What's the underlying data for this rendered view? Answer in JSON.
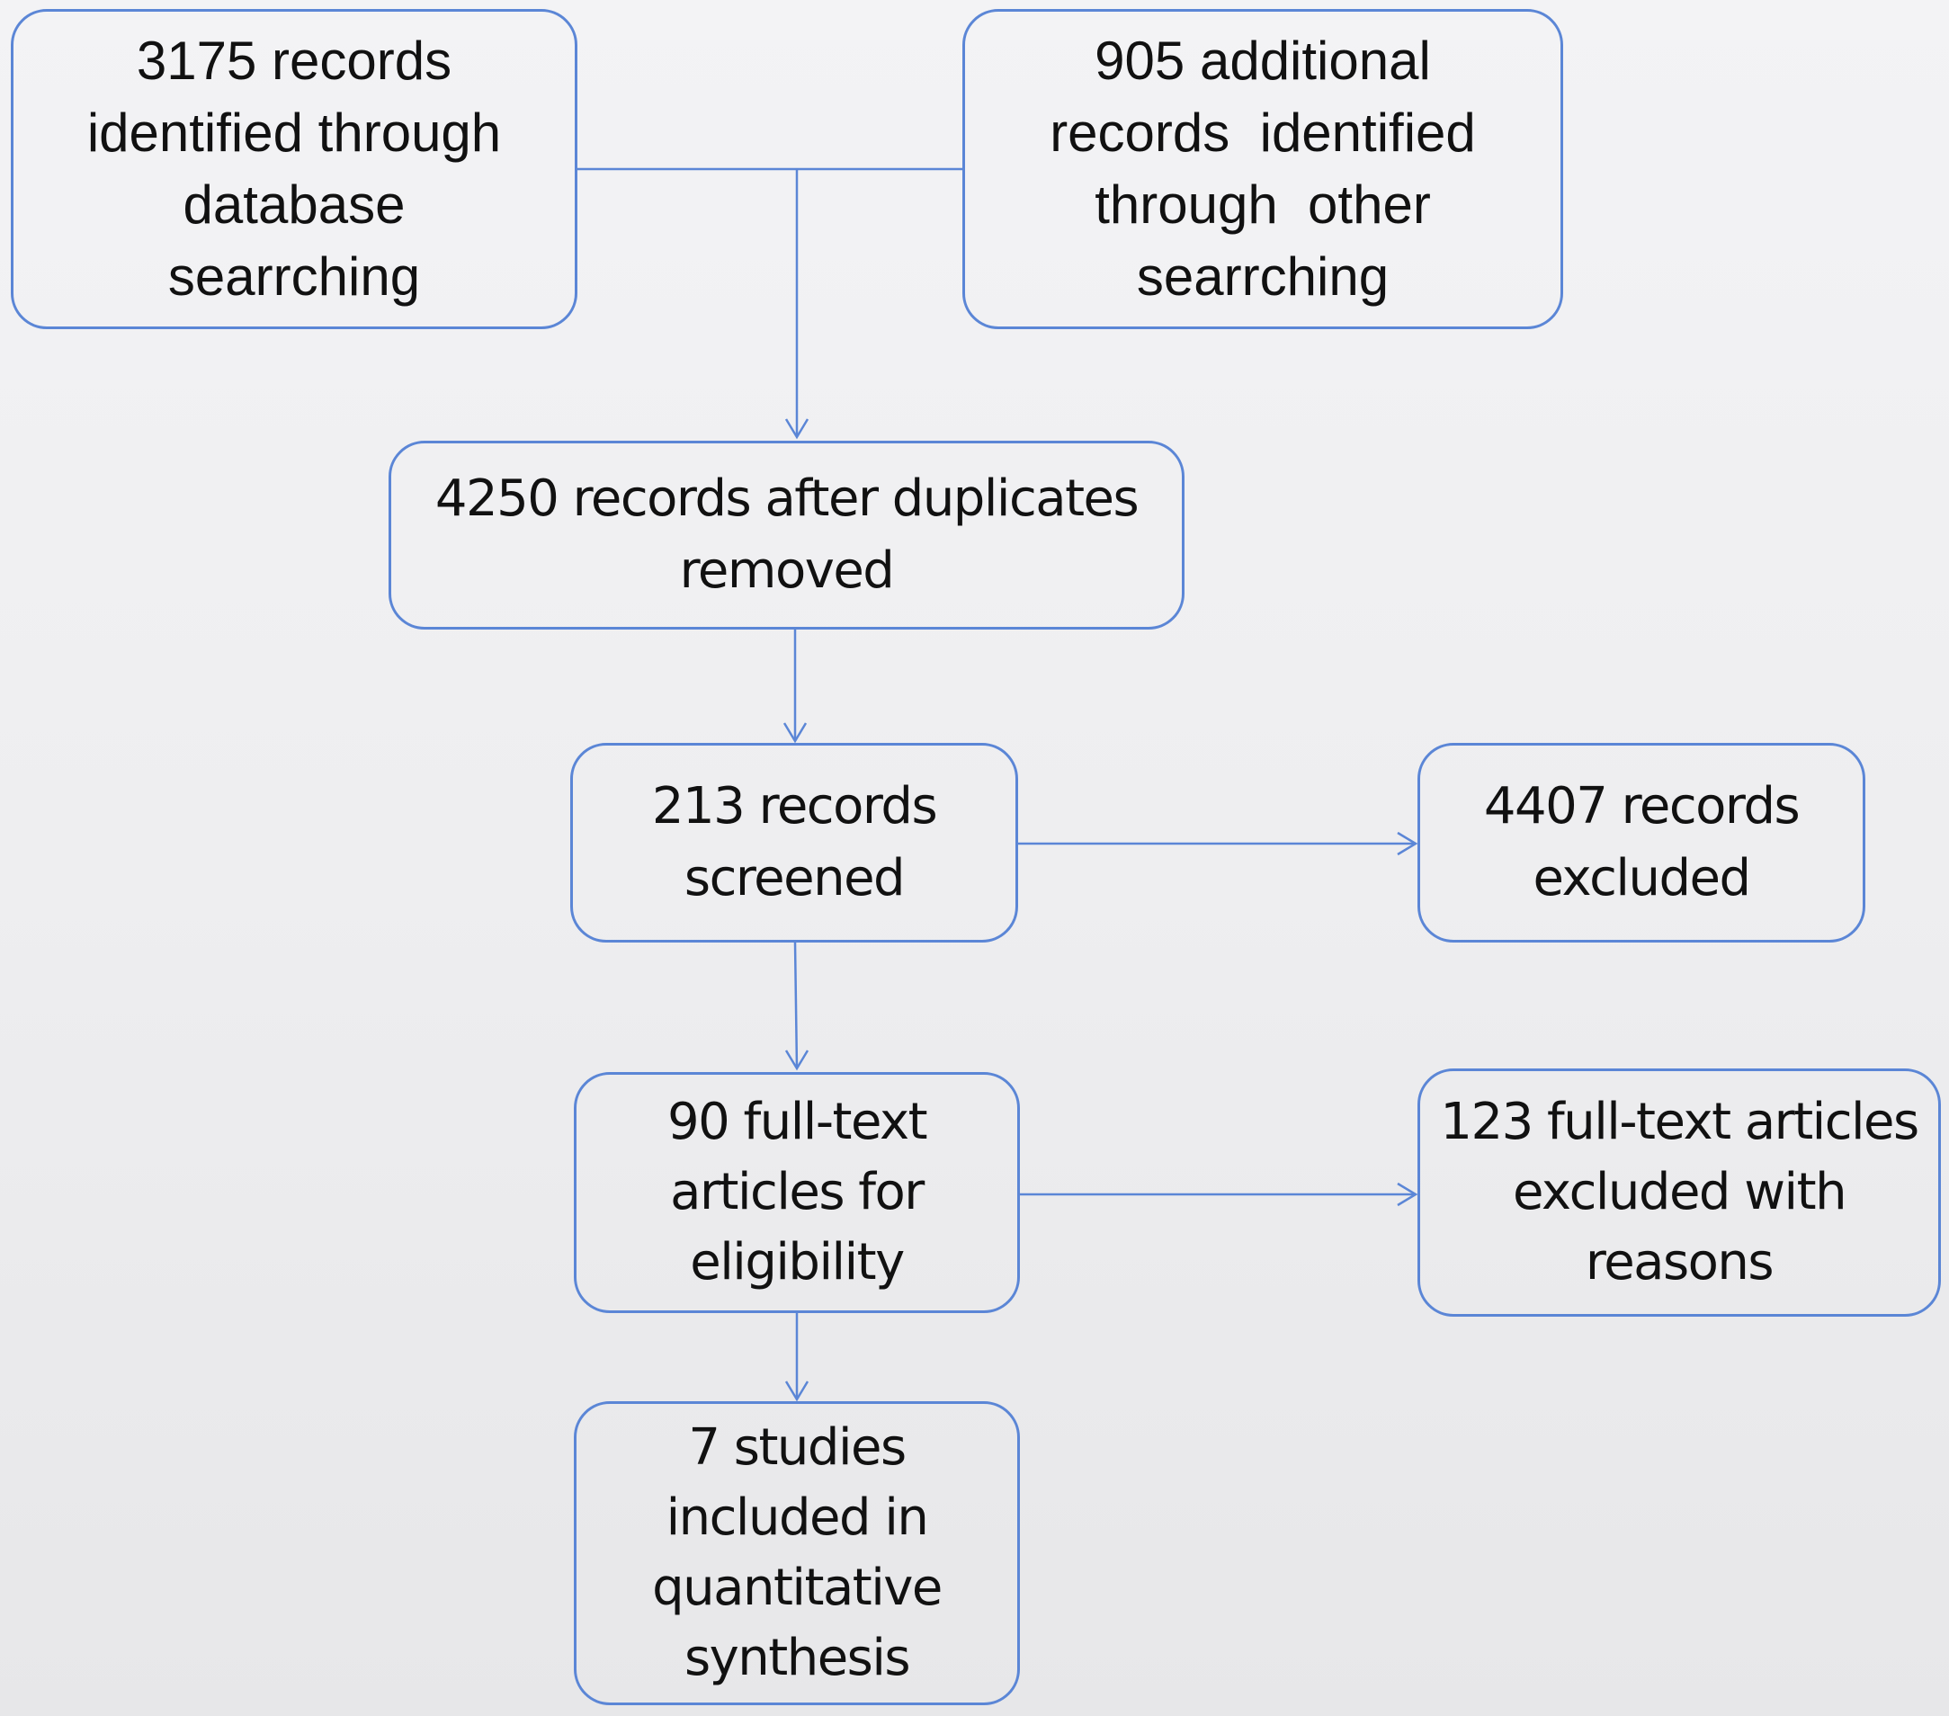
{
  "diagram": {
    "type": "flowchart",
    "boxes": {
      "db_search": {
        "lines": [
          "3175 records",
          "identified through",
          "database",
          "searrching"
        ]
      },
      "other_search": {
        "lines": [
          "905 additional",
          "records  identified",
          "through  other",
          "searrching"
        ]
      },
      "dedup": {
        "lines": [
          "4250 records after duplicates",
          "removed"
        ]
      },
      "screened": {
        "lines": [
          "213 records",
          "screened"
        ]
      },
      "excluded": {
        "lines": [
          "4407 records",
          "excluded"
        ]
      },
      "eligibility": {
        "lines": [
          "90 full-text",
          "articles for",
          "eligibility"
        ]
      },
      "fulltext_excluded": {
        "lines": [
          "123 full-text articles",
          "excluded with",
          "reasons"
        ]
      },
      "included": {
        "lines": [
          "7 studies",
          "included in",
          "quantitative",
          "synthesis"
        ]
      }
    },
    "connections": [
      {
        "from": "db_search",
        "to": "dedup"
      },
      {
        "from": "other_search",
        "to": "dedup"
      },
      {
        "from": "dedup",
        "to": "screened"
      },
      {
        "from": "screened",
        "to": "excluded"
      },
      {
        "from": "screened",
        "to": "eligibility"
      },
      {
        "from": "eligibility",
        "to": "fulltext_excluded"
      },
      {
        "from": "eligibility",
        "to": "included"
      }
    ],
    "colors": {
      "border": "#5b86d6",
      "text": "#111111",
      "background": "#eeeef0"
    }
  }
}
